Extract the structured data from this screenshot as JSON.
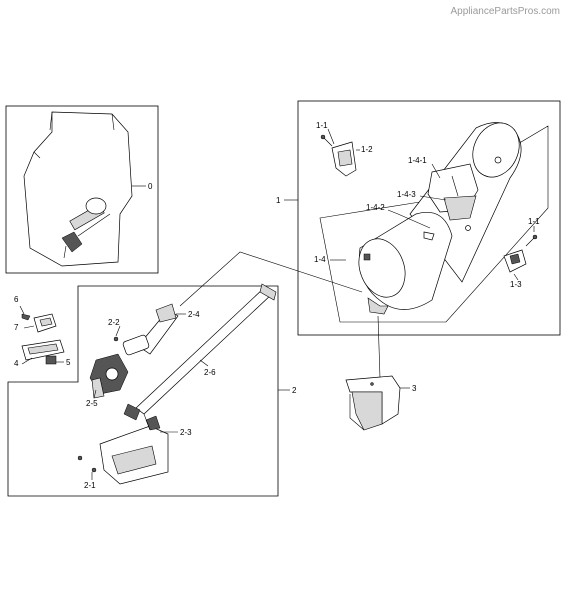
{
  "watermark": "AppliancePartsPros.com",
  "labels": {
    "p0": "0",
    "p1": "1",
    "p1_1a": "1-1",
    "p1_2": "1-2",
    "p1_4_1": "1-4-1",
    "p1_4_3": "1-4-3",
    "p1_4_2": "1-4-2",
    "p1_4": "1-4",
    "p1_1b": "1-1",
    "p1_3": "1-3",
    "p2": "2",
    "p2_2": "2-2",
    "p2_4": "2-4",
    "p2_6": "2-6",
    "p2_5": "2-5",
    "p2_3": "2-3",
    "p2_1": "2-1",
    "p3": "3",
    "p4": "4",
    "p5": "5",
    "p6": "6",
    "p7": "7"
  }
}
